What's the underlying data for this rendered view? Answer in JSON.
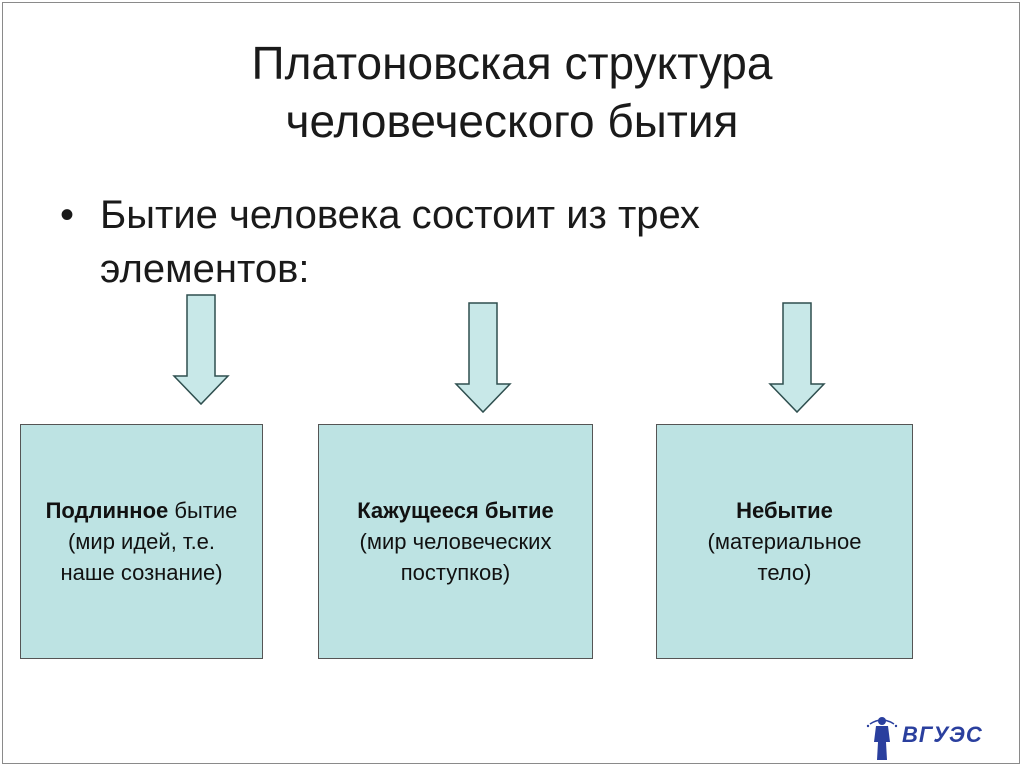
{
  "slide": {
    "title_line1": "Платоновская структура",
    "title_line2": "человеческого бытия",
    "bullet_symbol": "•",
    "bullet_line1": "Бытие человека состоит из трех",
    "bullet_line2": "элементов:"
  },
  "boxes": [
    {
      "bold": "Подлинное",
      "normal": " бытие",
      "line2": "(мир идей, т.е.",
      "line3": "наше сознание)"
    },
    {
      "bold": "Кажущееся бытие",
      "normal": "",
      "line2": "(мир человеческих",
      "line3": "поступков)"
    },
    {
      "bold": "Небытие",
      "normal": "",
      "line2": "(материальное",
      "line3": "тело)"
    }
  ],
  "logo": {
    "text": "ВГУЭС",
    "icon": "figure-emblem-icon"
  },
  "colors": {
    "box_fill": "#bde3e3",
    "arrow_fill": "#c8e8e8",
    "arrow_stroke": "#2f4f4f",
    "logo": "#2a3f9e"
  }
}
